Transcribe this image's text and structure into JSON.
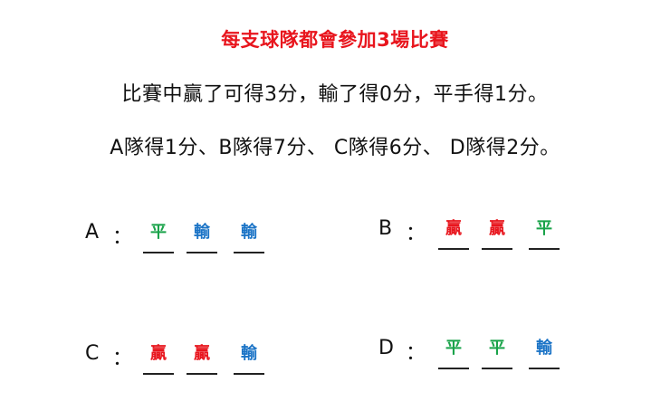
{
  "title": "每支球隊都會參加3場比賽",
  "rule_text": "比賽中贏了可得3分，輸了得0分，平手得1分。",
  "scores_text": "A隊得1分、B隊得7分、 C隊得6分、 D隊得2分。",
  "colors": {
    "win": "#e8151d",
    "draw": "#1aa34a",
    "loss": "#1a73c6",
    "text": "#111111"
  },
  "teams": [
    {
      "label": "A",
      "colon": "：",
      "results": [
        "平",
        "輸",
        "輸"
      ]
    },
    {
      "label": "B",
      "colon": "：",
      "results": [
        "贏",
        "贏",
        "平"
      ]
    },
    {
      "label": "C",
      "colon": "：",
      "results": [
        "贏",
        "贏",
        "輸"
      ]
    },
    {
      "label": "D",
      "colon": "：",
      "results": [
        "平",
        "平",
        "輸"
      ]
    }
  ]
}
